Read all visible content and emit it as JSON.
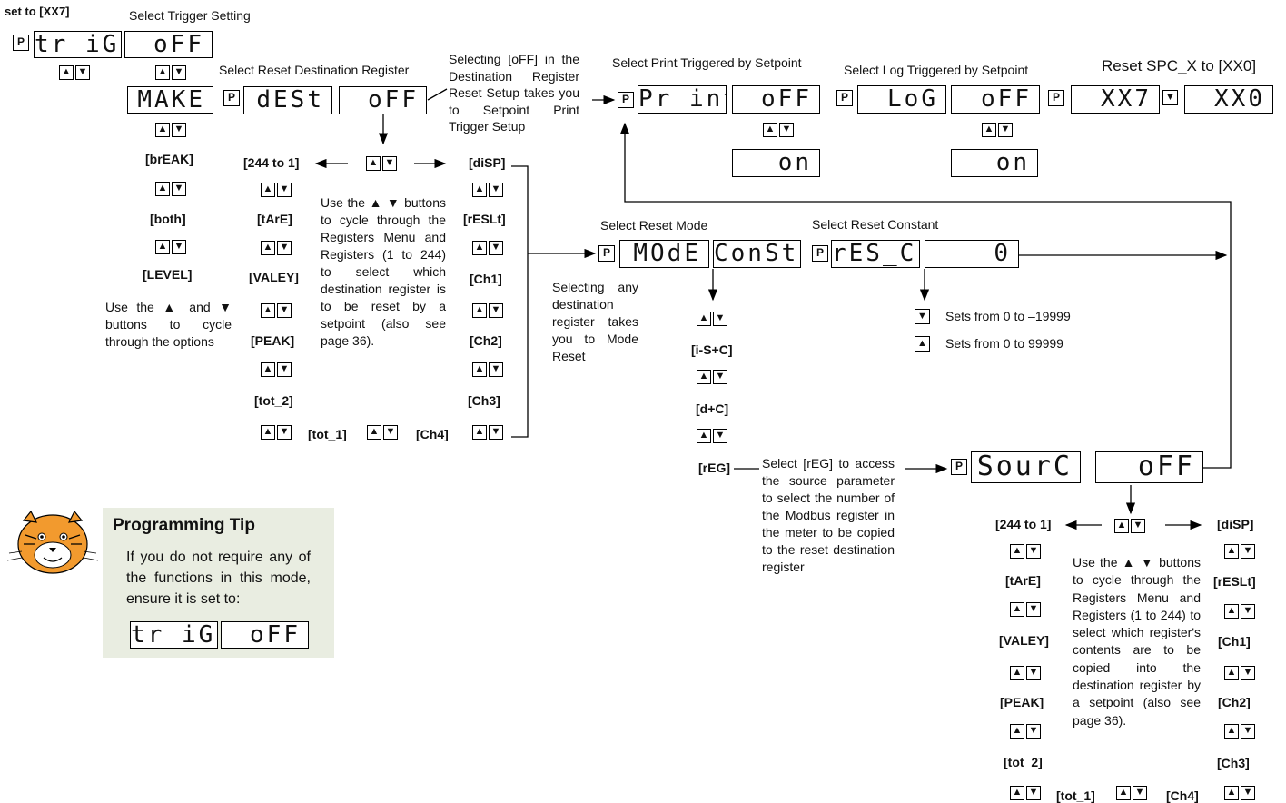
{
  "header": {
    "left_label": "set to [XX7]",
    "select_trigger": "Select Trigger Setting",
    "select_dest": "Select Reset Destination Register",
    "selecting_off": "Selecting [oFF] in the Destination Register Reset Setup takes you to Setpoint Print Trigger Setup",
    "select_print": "Select Print Triggered by Setpoint",
    "select_log": "Select Log Triggered by Setpoint",
    "reset_spc": "Reset SPC_X to [XX0]",
    "select_reset_mode": "Select Reset Mode",
    "select_reset_constant": "Select Reset Constant"
  },
  "p_label": "P",
  "up_arrow": "▲",
  "down_arrow": "▼",
  "displays": {
    "trig": "tr iG",
    "trig_val": "oFF",
    "make": "MAKE",
    "dest": "dESt",
    "dest_val": "oFF",
    "print": "Pr int",
    "print_val": "oFF",
    "print_on": "on",
    "log": "LoG",
    "log_val": "oFF",
    "log_on": "on",
    "xx7": "XX7",
    "xx0": "XX0",
    "mode": "MOdE",
    "const": "ConSt",
    "res_c": "rES_C",
    "res_c_val": "0",
    "sourc": "SourC",
    "sourc_val": "oFF"
  },
  "trigger_options": [
    "[brEAK]",
    "[both]",
    "[LEVEL]"
  ],
  "trigger_help": "Use the ▲ and ▼ buttons to cycle through the options",
  "dest_left": [
    "[244 to 1]",
    "[tArE]",
    "[VALEY]",
    "[PEAK]",
    "[tot_2]"
  ],
  "dest_bottom": [
    "[tot_1]",
    "[Ch4]"
  ],
  "dest_right": [
    "[diSP]",
    "[rESLt]",
    "[Ch1]",
    "[Ch2]",
    "[Ch3]"
  ],
  "dest_help": "Use the ▲ ▼ buttons to cycle through the Registers Menu and Registers (1 to 244) to select which destination register is to be reset by a setpoint (also see page 36).",
  "selecting_any": "Selecting any destination register takes you to Mode Reset",
  "mode_options": [
    "[i-S+C]",
    "[d+C]",
    "[rEG]"
  ],
  "reg_help": "Select [rEG] to access the source parameter to select the number of the Modbus register in the meter to be copied to the reset destination register",
  "constant_notes": [
    "Sets from 0 to –19999",
    "Sets from 0 to 99999"
  ],
  "source_left": [
    "[244 to 1]",
    "[tArE]",
    "[VALEY]",
    "[PEAK]",
    "[tot_2]"
  ],
  "source_bottom": [
    "[tot_1]",
    "[Ch4]"
  ],
  "source_right": [
    "[diSP]",
    "[rESLt]",
    "[Ch1]",
    "[Ch2]",
    "[Ch3]"
  ],
  "source_help": "Use the ▲ ▼ buttons to cycle through the Registers Menu and Registers (1 to 244) to select which register's contents are to be copied into the destination register by a setpoint (also see page 36).",
  "tip": {
    "title": "Programming Tip",
    "body": "If you do not require any of the functions in this mode, ensure it is set to:",
    "display_label": "tr iG",
    "display_value": "oFF"
  }
}
